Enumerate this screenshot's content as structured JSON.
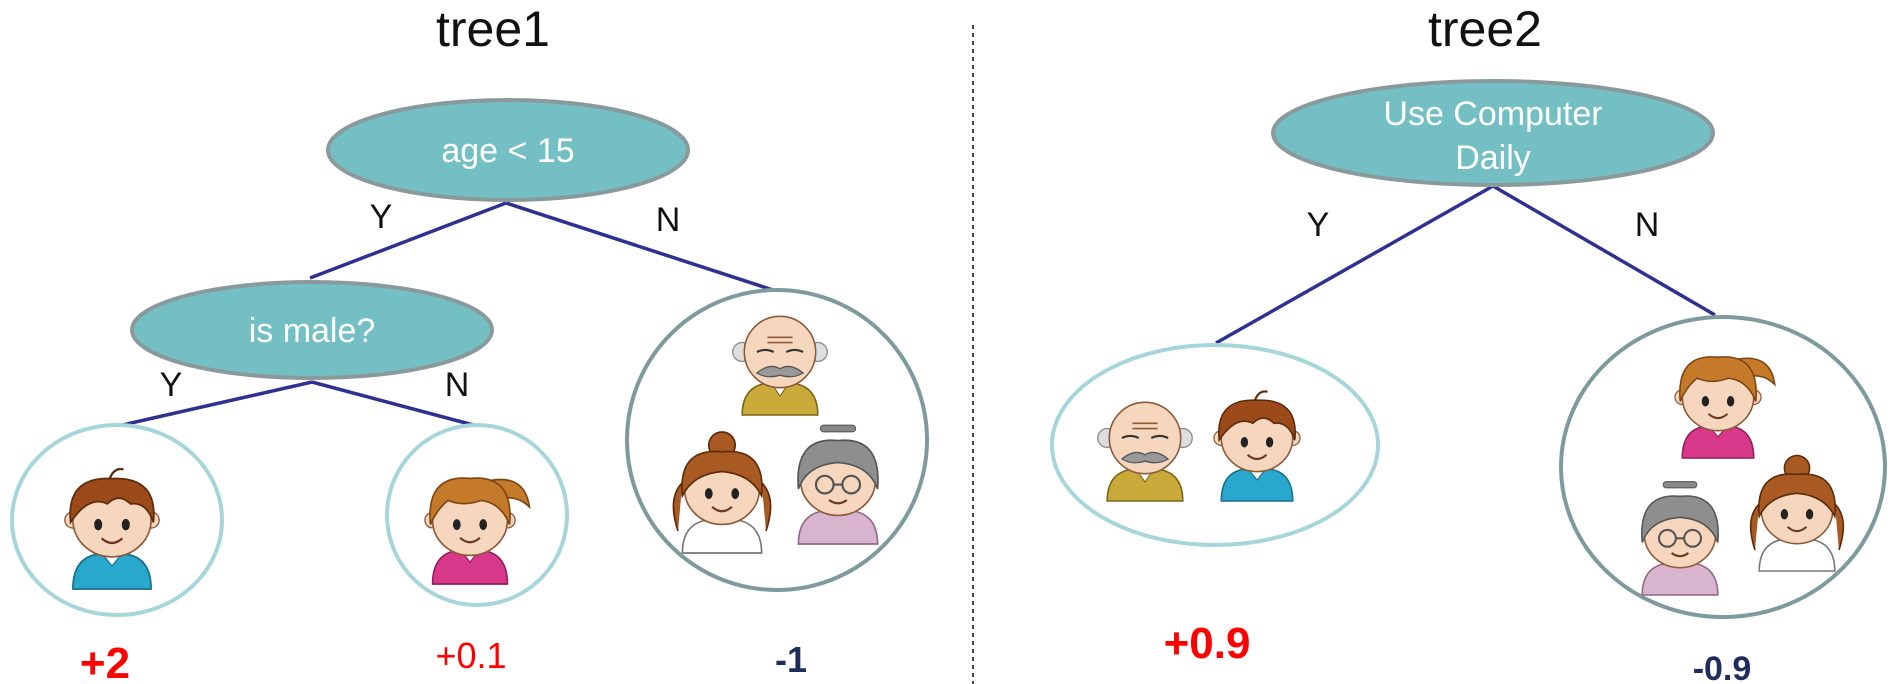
{
  "trees": [
    {
      "title": "tree1",
      "root": {
        "label": "age < 15"
      },
      "root_edges": {
        "yes": "Y",
        "no": "N"
      },
      "child": {
        "label": "is male?"
      },
      "child_edges": {
        "yes": "Y",
        "no": "N"
      },
      "leaves": [
        {
          "score": "+2",
          "people": [
            "boy"
          ]
        },
        {
          "score": "+0.1",
          "people": [
            "girl"
          ]
        },
        {
          "score": "-1",
          "people": [
            "grandpa",
            "girl",
            "grandma"
          ]
        }
      ]
    },
    {
      "title": "tree2",
      "root": {
        "label_line1": "Use Computer",
        "label_line2": "Daily"
      },
      "root_edges": {
        "yes": "Y",
        "no": "N"
      },
      "leaves": [
        {
          "score": "+0.9",
          "people": [
            "grandpa",
            "boy"
          ]
        },
        {
          "score": "-0.9",
          "people": [
            "girl",
            "grandma",
            "girl"
          ]
        }
      ]
    }
  ],
  "colors": {
    "node_fill": "#74BFC4",
    "node_stroke": "#8A9A9C",
    "edge": "#2E3192",
    "leaf_light_stroke": "#A6D6DA",
    "leaf_dark_stroke": "#7F9A9C",
    "score_positive": "#FF0000",
    "score_negative": "#1F2D5C"
  }
}
